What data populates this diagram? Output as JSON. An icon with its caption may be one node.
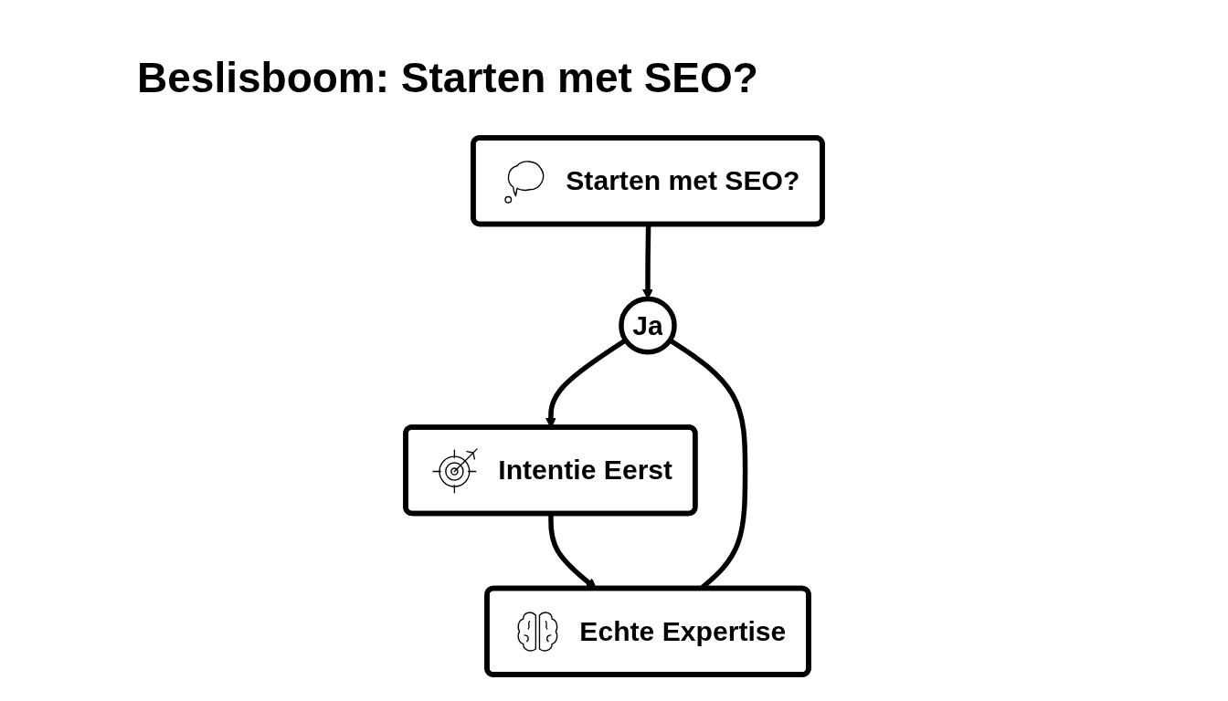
{
  "diagram": {
    "title": "Beslisboom: Starten met SEO?",
    "nodes": [
      {
        "text": [
          "Starten met SEO?"
        ]
      },
      {
        "text": [
          "Ja"
        ]
      },
      {
        "text": [
          "Intentie Eerst"
        ]
      },
      {
        "text": [
          "Echte Expertise"
        ]
      }
    ],
    "edges": [
      {
        "from": 0,
        "to": 1,
        "arrow": "to"
      },
      {
        "from": 1,
        "to": 2,
        "arrow": "to"
      },
      {
        "from": 2,
        "to": 3,
        "arrow": "to"
      },
      {
        "from": 1,
        "to": 3,
        "arrow": "none"
      }
    ]
  }
}
